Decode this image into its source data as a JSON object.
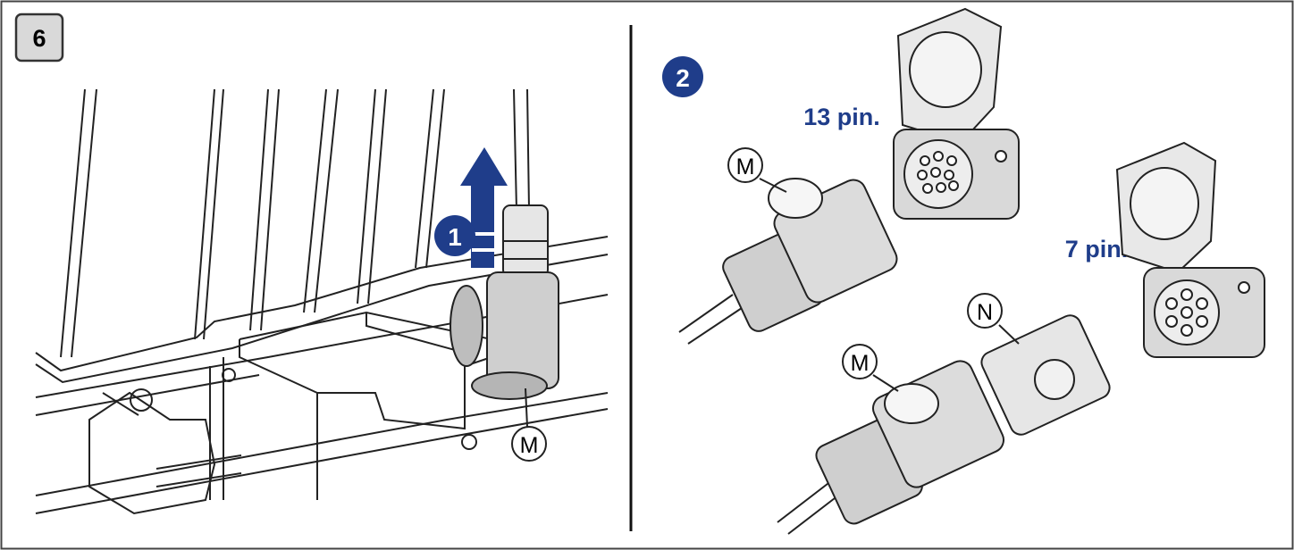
{
  "figure": {
    "step_number": "6",
    "left_panel": {
      "step_badge": "1",
      "callout_m": "M"
    },
    "right_panel": {
      "step_badge": "2",
      "label_13pin": "13 pin.",
      "label_7pin": "7 pin.",
      "callout_m_top": "M",
      "callout_m_bottom": "M",
      "callout_n": "N"
    }
  },
  "colors": {
    "accent_blue": "#1f3d8a",
    "line": "#222222",
    "badge_gray": "#d9d9d9"
  }
}
